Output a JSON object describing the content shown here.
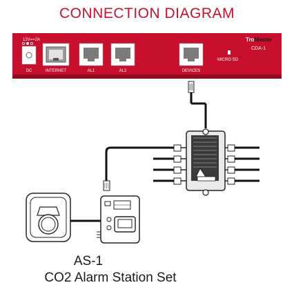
{
  "title": "CONNECTION DIAGRAM",
  "panel": {
    "power_rating": "12V==2A",
    "brand_prefix": "Tro",
    "brand_suffix": "Master",
    "model": "CDA-1",
    "ports": {
      "dc": "DC",
      "internet": "INTERNET",
      "al1": "AL1",
      "al2": "AL2",
      "devices": "DEVICES",
      "micro_sd": "MICRO SD"
    }
  },
  "device": {
    "name": "AS-1",
    "description": "CO2 Alarm Station Set"
  },
  "colors": {
    "panel_red": "#c8102e",
    "title_red": "#c8102e",
    "cable": "#111111",
    "hub_body": "#e9e9e9"
  }
}
